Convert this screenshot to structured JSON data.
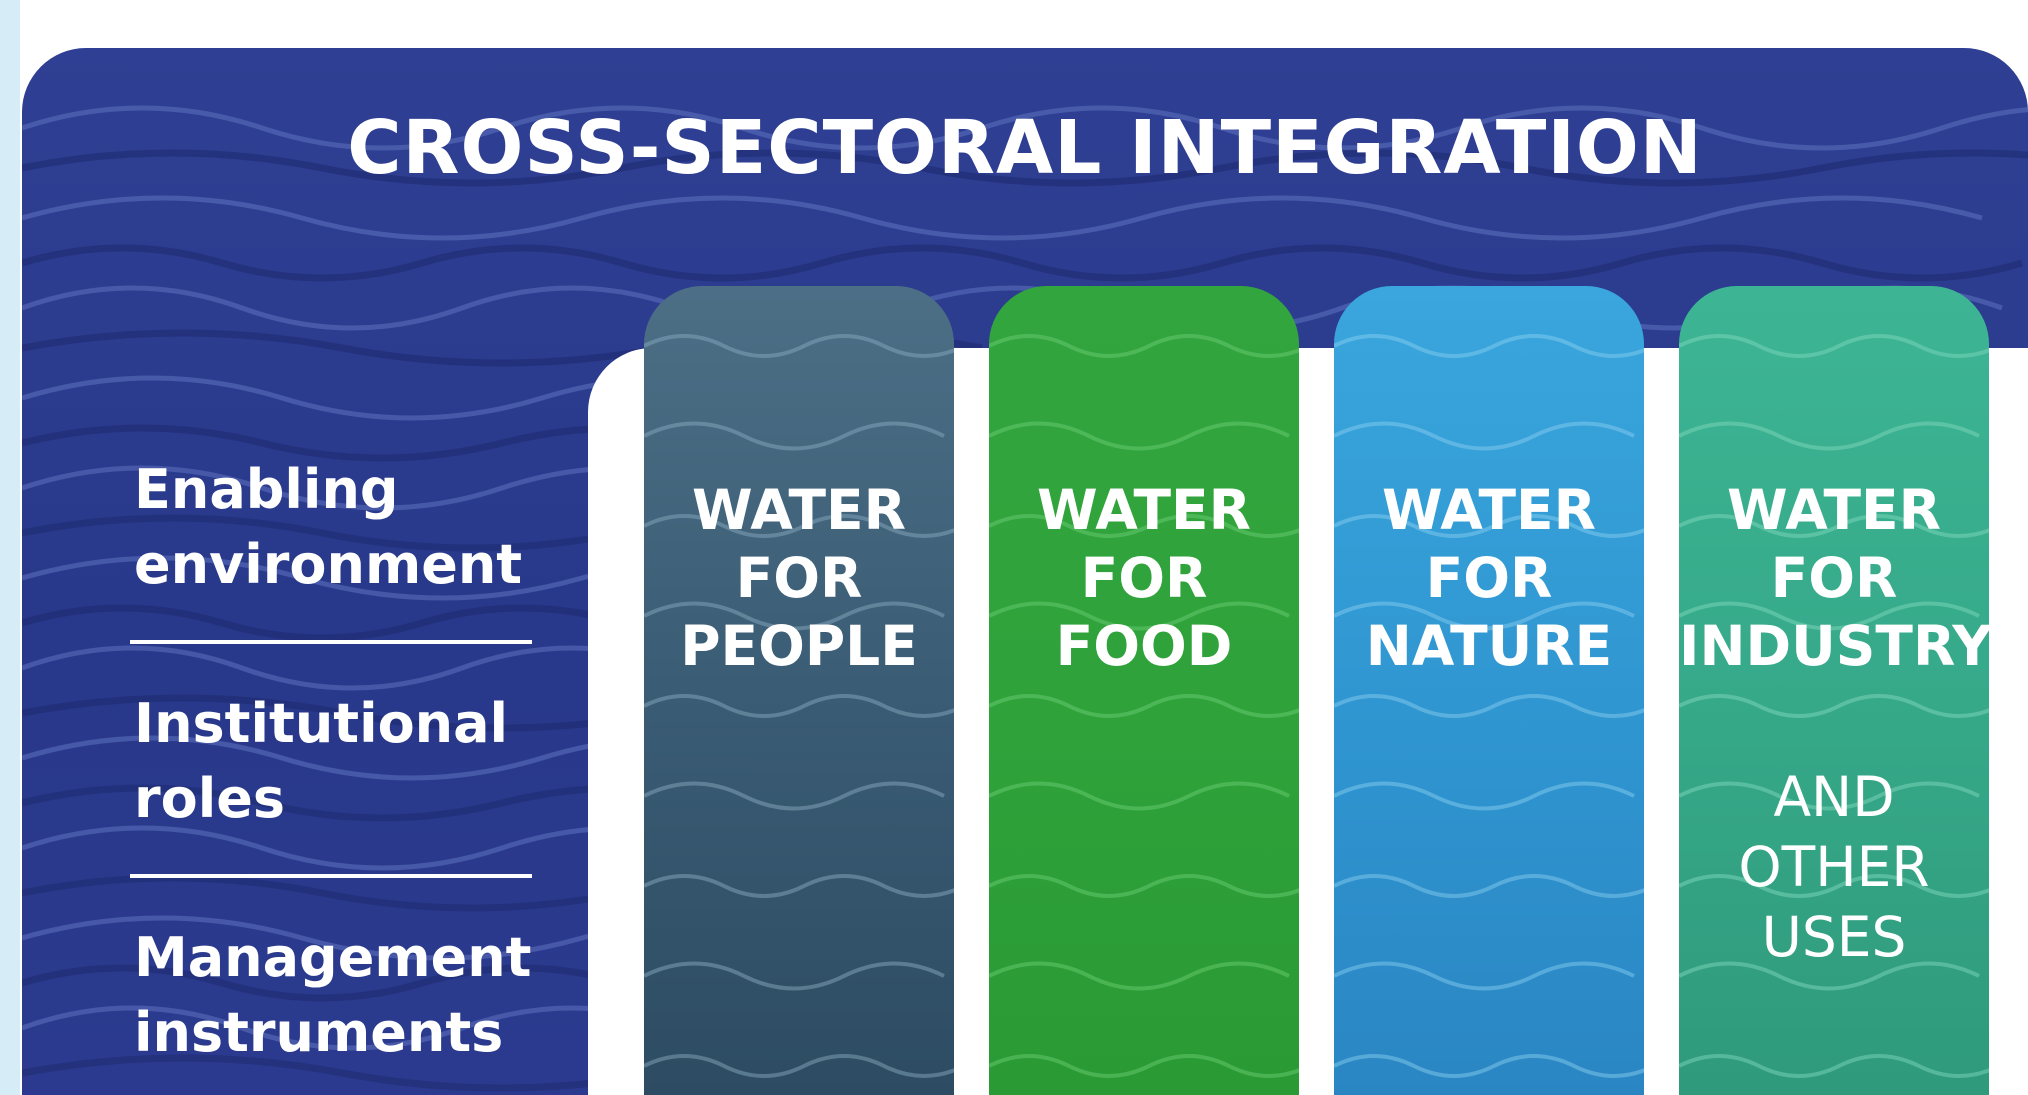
{
  "title": "CROSS-SECTORAL INTEGRATION",
  "left_items": [
    "Enabling\nenvironment",
    "Institutional\nroles",
    "Management\ninstruments"
  ],
  "sectors": [
    {
      "title": "WATER\nFOR\nPEOPLE",
      "subtitle": "",
      "color": "#3e6178"
    },
    {
      "title": "WATER\nFOR\nFOOD",
      "subtitle": "",
      "color": "#2fa23a"
    },
    {
      "title": "WATER\nFOR\nNATURE",
      "subtitle": "",
      "color": "#2f95d0"
    },
    {
      "title": "WATER\nFOR\nINDUSTRY",
      "subtitle": "AND\nOTHER\nUSES",
      "color": "#35a888"
    }
  ],
  "colors": {
    "panel": "#2b3a8e",
    "text": "#ffffff",
    "side_strip": "#d6ecf6"
  }
}
